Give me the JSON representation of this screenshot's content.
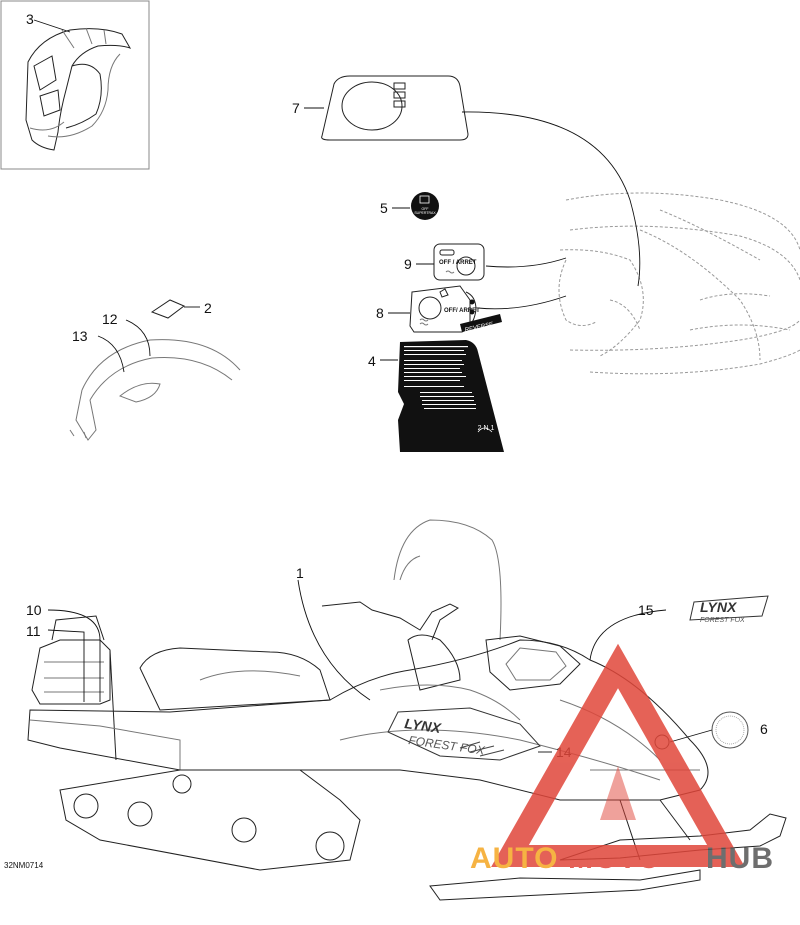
{
  "drawing_code": "32NM0714",
  "callouts": [
    "1",
    "2",
    "3",
    "4",
    "5",
    "6",
    "7",
    "8",
    "9",
    "10",
    "11",
    "12",
    "13",
    "14",
    "15"
  ],
  "decals": {
    "key_switch": {
      "label": "OFF / ARRET"
    },
    "throttle": {
      "label": "OFF/ ARRET",
      "reverse": "REVERSE"
    },
    "hood_logo": {
      "brand": "LYNX",
      "model": "FOREST FOX"
    },
    "knob": {
      "line1": "OFF",
      "line2": "SUPERTRAX"
    },
    "gear": {
      "marks": "2 N 1"
    }
  },
  "watermark": {
    "part1": "AUTO",
    "part2": "MOTO",
    "part3": "HUB",
    "colors": {
      "orange": "#f5a623",
      "red": "#e0463a",
      "grey": "#555555"
    }
  },
  "colors": {
    "ink": "#111111",
    "ghost": "#999999",
    "decal_black": "#111111"
  }
}
